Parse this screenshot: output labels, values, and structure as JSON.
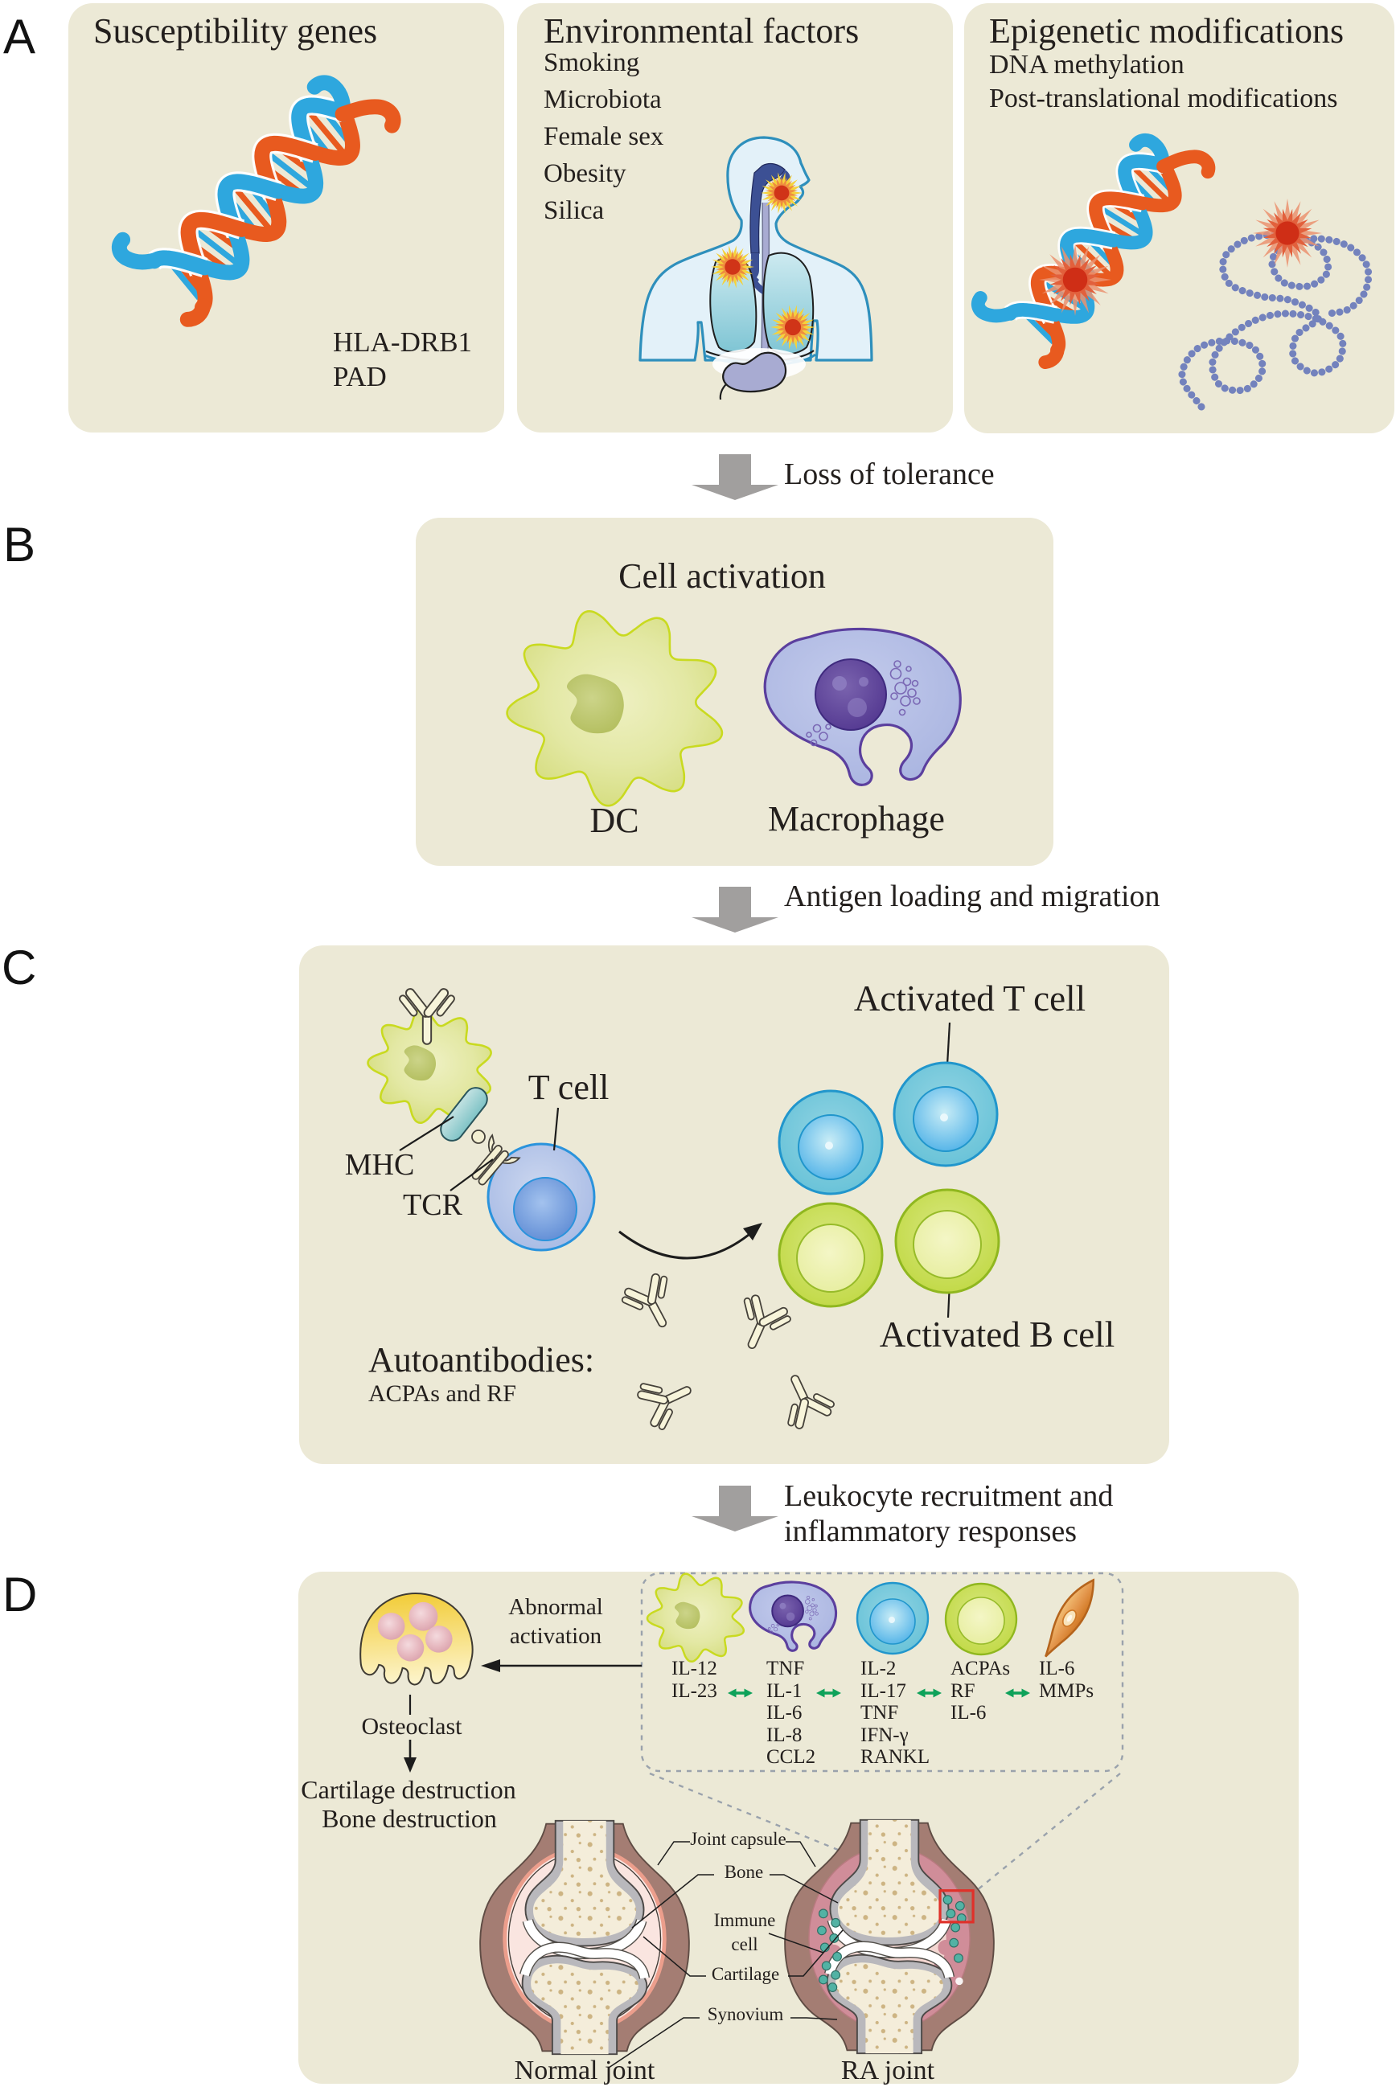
{
  "figure": {
    "panel_labels": {
      "a": "A",
      "b": "B",
      "c": "C",
      "d": "D"
    },
    "colors": {
      "panel_background": "#ece9d6",
      "accent_dna_blue": "#2ea7de",
      "accent_dna_orange": "#e85a1f",
      "green_arrow": "#0ea25a",
      "gray_arrow": "#a19f9e",
      "red_highlight": "#e0312a"
    }
  },
  "panel_a": {
    "susceptibility": {
      "title": "Susceptibility genes",
      "genes": [
        "HLA-DRB1",
        "PAD"
      ]
    },
    "environment": {
      "title": "Environmental factors",
      "factors": [
        "Smoking",
        "Microbiota",
        "Female sex",
        "Obesity",
        "Silica"
      ]
    },
    "epigenetic": {
      "title": "Epigenetic modifications",
      "items": [
        "DNA methylation",
        "Post-translational modifications"
      ]
    }
  },
  "transitions": {
    "loss_of_tolerance": "Loss of tolerance",
    "antigen_loading": "Antigen loading and migration",
    "leukocyte_line1": "Leukocyte recruitment and",
    "leukocyte_line2": "inflammatory responses"
  },
  "panel_b": {
    "title": "Cell activation",
    "dc_label": "DC",
    "macrophage_label": "Macrophage"
  },
  "panel_c": {
    "t_cell": "T cell",
    "mhc": "MHC",
    "tcr": "TCR",
    "activated_t_cell": "Activated T cell",
    "activated_b_cell": "Activated B cell",
    "autoantibodies_title": "Autoantibodies:",
    "autoantibodies_sub": "ACPAs and RF"
  },
  "panel_d": {
    "abnormal_line1": "Abnormal",
    "abnormal_line2": "activation",
    "osteoclast": "Osteoclast",
    "cartilage_destruction": "Cartilage destruction",
    "bone_destruction": "Bone destruction",
    "cytokine_columns": [
      {
        "cell": "dendritic cell",
        "items": [
          "IL-12",
          "IL-23"
        ]
      },
      {
        "cell": "macrophage",
        "items": [
          "TNF",
          "IL-1",
          "IL-6",
          "IL-8",
          "CCL2"
        ]
      },
      {
        "cell": "t cell",
        "items": [
          "IL-2",
          "IL-17",
          "TNF",
          "IFN-γ",
          "RANKL"
        ]
      },
      {
        "cell": "b cell",
        "items": [
          "ACPAs",
          "RF",
          "IL-6"
        ]
      },
      {
        "cell": "fibroblast",
        "items": [
          "IL-6",
          "MMPs"
        ]
      }
    ],
    "joint_labels": {
      "capsule": "Joint capsule",
      "bone": "Bone",
      "immune_line1": "Immune",
      "immune_line2": "cell",
      "cartilage": "Cartilage",
      "synovium": "Synovium"
    },
    "normal_joint_caption": "Normal joint",
    "ra_joint_caption": "RA joint"
  }
}
